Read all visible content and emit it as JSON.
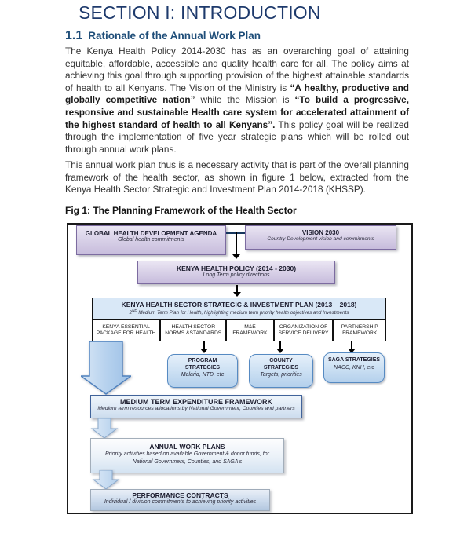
{
  "document": {
    "section_title": "SECTION I: INTRODUCTION",
    "heading": {
      "number": "1.1",
      "text": "Rationale of the Annual Work Plan"
    },
    "paragraph1": {
      "seg1": "The Kenya Health Policy 2014-2030 has as an overarching goal of attaining equitable, affordable, accessible and quality health care for all. The policy aims at achieving this goal through supporting provision of the highest attainable standards of health to all Kenyans. The Vision of the Ministry is ",
      "seg2_bold": "“A healthy, productive and globally competitive nation”",
      "seg3": " while the Mission is ",
      "seg4_bold": "“To build a progressive, responsive and sustainable Health care system for accelerated attainment of the highest standard of health to all Kenyans”.",
      "seg5": " This policy goal will be realized through the implementation of five year strategic plans which will be rolled out through annual work plans."
    },
    "paragraph2": "This annual work plan thus is a necessary activity that is part of the overall planning framework of the health sector, as shown in figure 1 below, extracted from the Kenya Health Sector Strategic and Investment Plan  2014-2018 (KHSSP).",
    "figure_label": "Fig 1: The Planning Framework of the Health Sector"
  },
  "diagram": {
    "global_agenda": {
      "title": "GLOBAL HEALTH DEVELOPMENT AGENDA",
      "subtitle": "Global health commitments"
    },
    "vision_2030": {
      "title": "VISION 2030",
      "subtitle": "Country Development vision and commitments"
    },
    "health_policy": {
      "title": "KENYA HEALTH POLICY (2014 - 2030)",
      "subtitle": "Long Term policy directions"
    },
    "khssp": {
      "title": "KENYA HEALTH SECTOR STRATEGIC & INVESTMENT PLAN (2013 – 2018)",
      "subtitle_prefix": "2",
      "subtitle_superscript": "ND",
      "subtitle_rest": " Medium Term Plan for Health, highlighting medium term priority health objectives and Investments"
    },
    "pillars": [
      {
        "label": "KENYA ESSENTIAL PACKAGE FOR HEALTH"
      },
      {
        "label": "HEALTH SECTOR NORMS &STANDARDS"
      },
      {
        "label": "M&E FRAMEWORK"
      },
      {
        "label": "ORGANIZATION OF SERVICE DELIVERY"
      },
      {
        "label": "PARTNERSHIP FRAMEWORK"
      }
    ],
    "strategies": [
      {
        "title": "PROGRAM STRATEGIES",
        "subtitle": "Malaria, NTD, etc"
      },
      {
        "title": "COUNTY STRATEGIES",
        "subtitle": "Targets, priorities"
      },
      {
        "title": "SAGA STRATEGIES",
        "subtitle": "NACC, KNH, etc"
      }
    ],
    "mtef": {
      "title": "MEDIUM TERM EXPENDITURE FRAMEWORK",
      "subtitle": "Medium term resources allocations by National Government, Counties and partners"
    },
    "annual_work_plans": {
      "title": "ANNUAL WORK PLANS",
      "subtitle_line1": "Priority activities based on available Government & donor funds, for",
      "subtitle_line2": "National Government, Counties, and SAGA's"
    },
    "performance_contracts": {
      "title": "PERFORMANCE CONTRACTS",
      "subtitle": "Individual / division commitments to achieving priority activities"
    }
  },
  "colors": {
    "title_navy": "#1e3a6c",
    "heading_blue": "#1f4e79",
    "lavender_fill": "#d6cee6",
    "lavender_border": "#7c6ba0",
    "light_blue_fill": "#d9e8f7",
    "blue_border": "#4f81bd",
    "arrow_black": "#000000"
  }
}
